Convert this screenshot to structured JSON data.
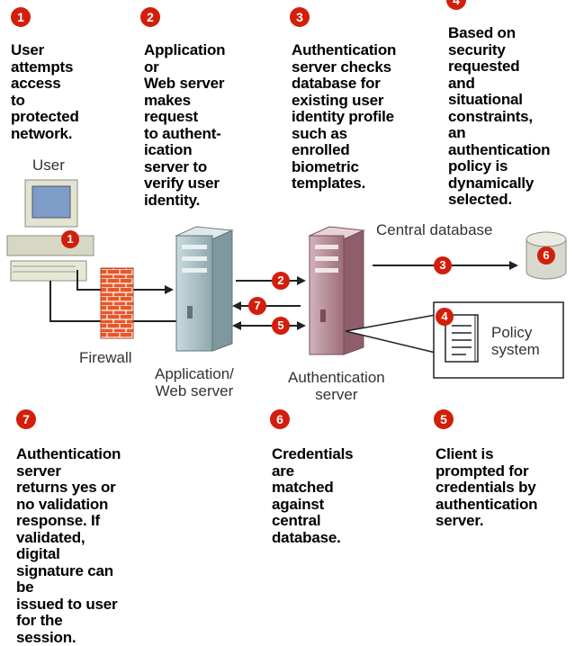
{
  "top_steps": [
    {
      "num": "1",
      "text": "User attempts\naccess to\nprotected\nnetwork."
    },
    {
      "num": "2",
      "text": "Application or\nWeb server\nmakes request\nto authent-\nication server to\nverify user\nidentity."
    },
    {
      "num": "3",
      "text": "Authentication\nserver checks\ndatabase for\nexisting user\nidentity profile\nsuch as enrolled\nbiometric\ntemplates."
    },
    {
      "num": "4",
      "text": "Based on\nsecurity\nrequested and\nsituational\nconstraints, an\nauthentication\npolicy is\ndynamically\nselected."
    }
  ],
  "bottom_steps": [
    {
      "num": "7",
      "text": "Authentication server\nreturns yes or no validation\nresponse. If validated,\ndigital signature can be\nissued to user for the\nsession."
    },
    {
      "num": "6",
      "text": "Credentials are\nmatched\nagainst central\ndatabase."
    },
    {
      "num": "5",
      "text": "Client is\nprompted for\ncredentials by\nauthentication\nserver."
    }
  ],
  "labels": {
    "user": "User",
    "firewall": "Firewall",
    "app_server": "Application/\nWeb server",
    "auth_server": "Authentication\nserver",
    "central_db": "Central database",
    "policy": "Policy\nsystem"
  },
  "diagram_badges": {
    "user": "1",
    "req": "2",
    "resp": "7",
    "prompt": "5",
    "db_arrow": "3",
    "db": "6",
    "policy": "4"
  },
  "colors": {
    "badge": "#d21e0a",
    "brick": "#e8572a",
    "app_server": "#a9c0c4",
    "auth_server": "#b98e99"
  }
}
